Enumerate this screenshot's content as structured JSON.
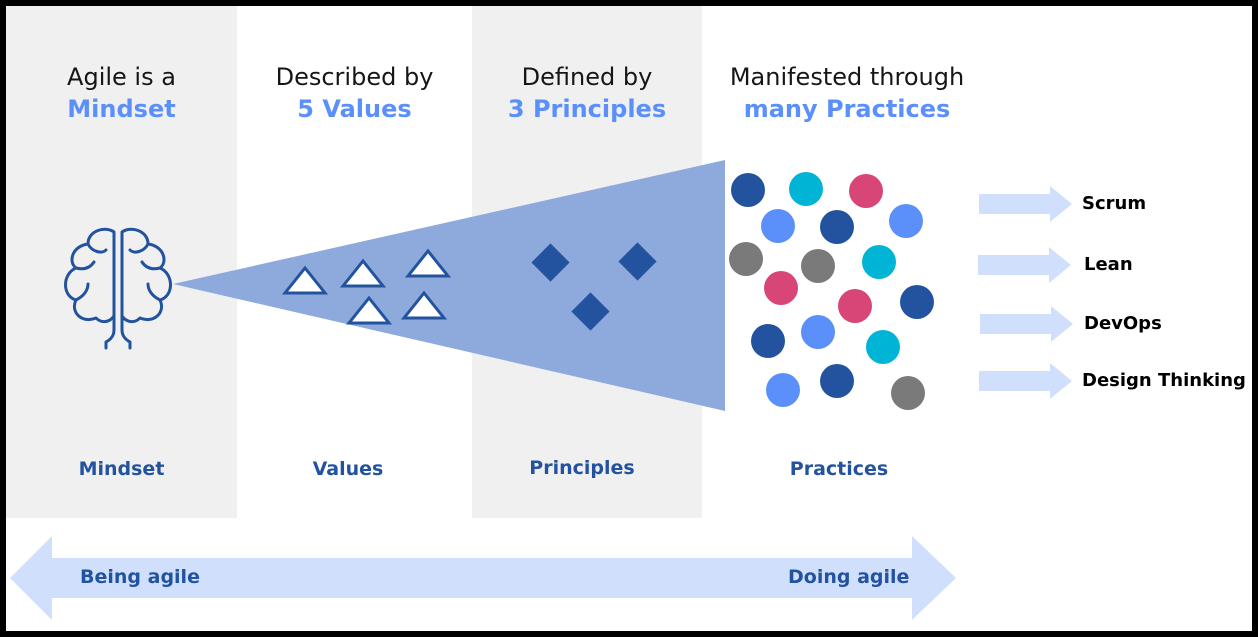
{
  "columns": [
    {
      "line1": "Agile is a",
      "line2": "Mindset",
      "name": "Mindset"
    },
    {
      "line1": "Described by",
      "line2": "5 Values",
      "name": "Values"
    },
    {
      "line1": "Defined by",
      "line2": "3 Principles",
      "name": "Principles"
    },
    {
      "line1": "Manifested through",
      "line2": "many Practices",
      "name": "Practices"
    }
  ],
  "practices": [
    "Scrum",
    "Lean",
    "DevOps",
    "Design Thinking"
  ],
  "spectrum": {
    "left": "Being agile",
    "right": "Doing agile"
  },
  "icons": {
    "mindset": "brain-icon",
    "values": "triangle-icon",
    "principles": "diamond-icon",
    "practices": "dot-icon"
  },
  "colors": {
    "dark_blue": "#23539e",
    "light_blue": "#5b8ff9",
    "cyan": "#00b4d6",
    "pink": "#d74677",
    "gray": "#7a7a7a",
    "cone": "#8eaadd",
    "arrow": "#d0e0fc",
    "column_bg": "#f0f0f0"
  }
}
